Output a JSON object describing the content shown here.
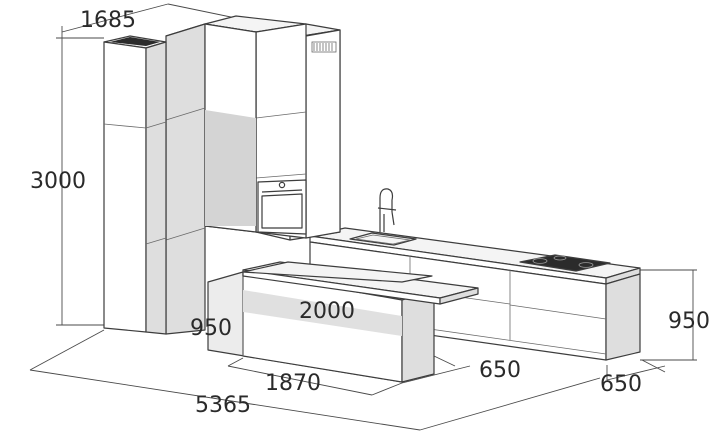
{
  "dimensions": {
    "tall_depth": "1685",
    "height": "3000",
    "overall_length": "5365",
    "island_width": "1870",
    "island_length": "2000",
    "island_height": "950",
    "island_depth": "650",
    "counter_depth": "650",
    "counter_height": "950"
  }
}
